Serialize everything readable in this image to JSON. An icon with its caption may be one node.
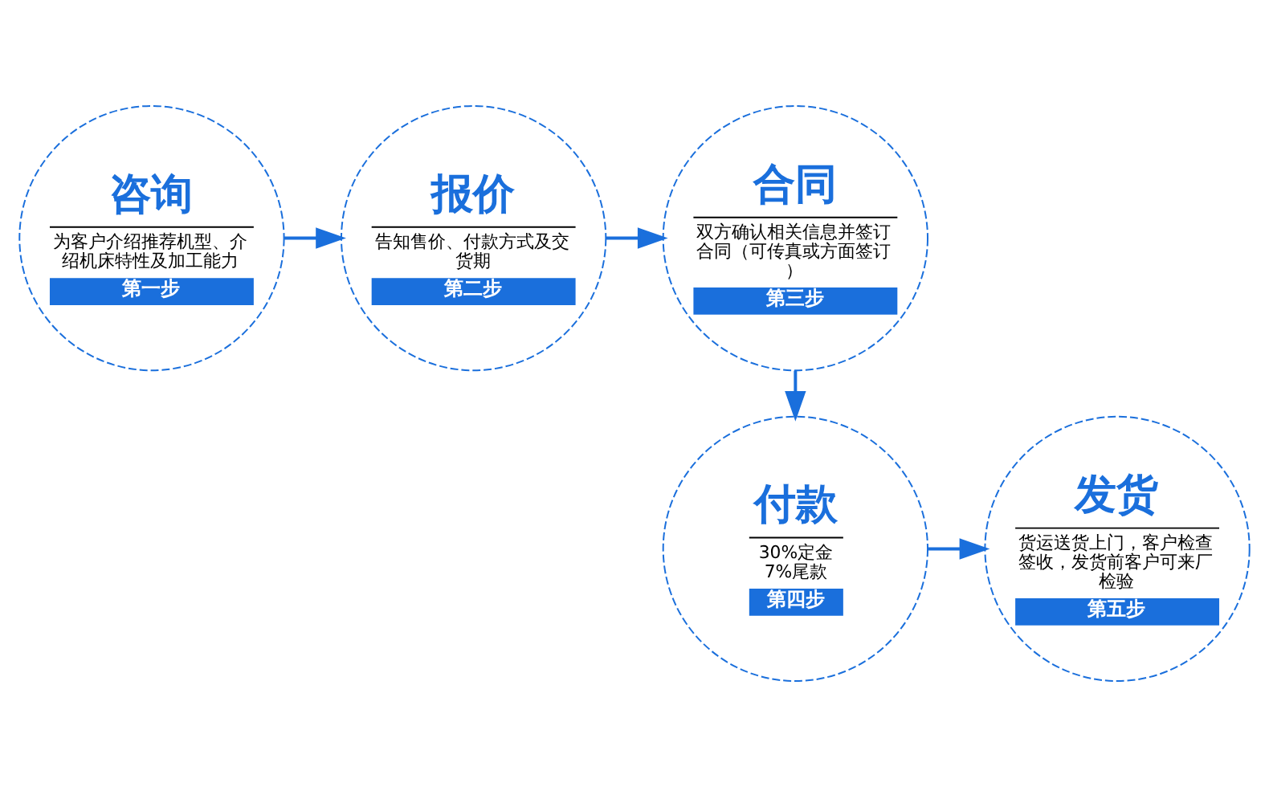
{
  "diagram": {
    "nodes": [
      {
        "text": [
          "咨询",
          "为客户介绍推荐机型、介绍机床特性及加工能力",
          "第一步"
        ]
      },
      {
        "text": [
          "报价",
          "告知售价、付款方式及交货期",
          "第二步"
        ]
      },
      {
        "text": [
          "合同",
          "双方确认相关信息并签订合同（可传真或方面签订）",
          "第三步"
        ]
      },
      {
        "text": [
          "付款",
          "30%定金 7%尾款",
          "第四步"
        ]
      },
      {
        "text": [
          "发货",
          "货运送货上门，客户检查签收，发货前客户可来厂检验",
          "第五步"
        ]
      }
    ],
    "edges": [
      {
        "from": 0,
        "to": 1,
        "arrow": "to"
      },
      {
        "from": 1,
        "to": 2,
        "arrow": "to"
      },
      {
        "from": 2,
        "to": 3,
        "arrow": "to"
      },
      {
        "from": 3,
        "to": 4,
        "arrow": "to"
      }
    ]
  }
}
